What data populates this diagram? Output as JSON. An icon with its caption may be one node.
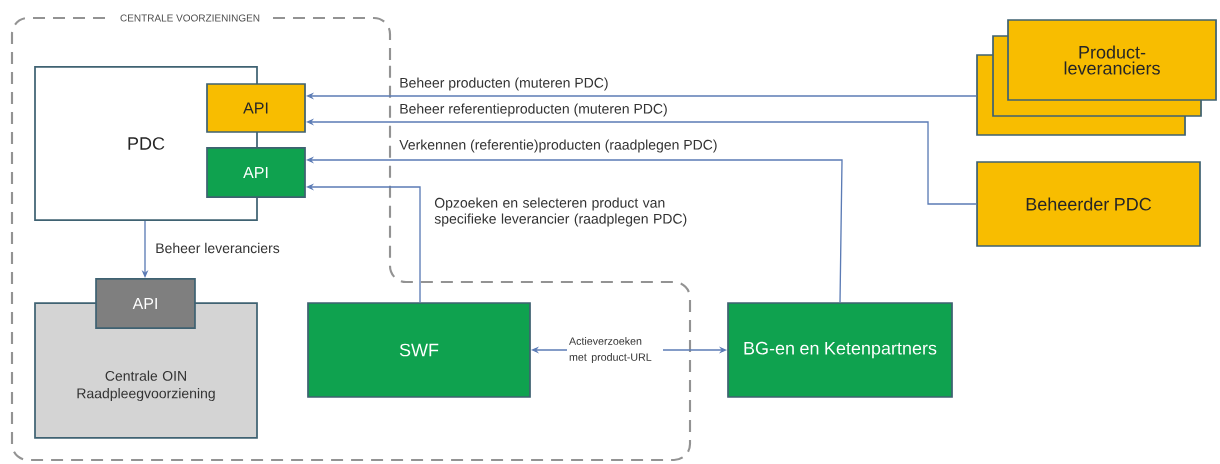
{
  "diagram": {
    "nodes": [
      {
        "text": [
          "CENTRALE VOORZIENINGEN"
        ]
      },
      {
        "text": [
          "PDC"
        ],
        "in": 0
      },
      {
        "text": [
          "API"
        ],
        "in": 0
      },
      {
        "text": [
          "API"
        ],
        "in": 0
      },
      {
        "text": [
          "API"
        ],
        "in": 0
      },
      {
        "text": [
          "Centrale OIN Raadpleegvoorziening"
        ],
        "in": 0
      },
      {
        "text": [
          "SWF"
        ],
        "in": 0
      },
      {
        "text": [
          "BG-en en Ketenpartners"
        ]
      },
      {
        "text": [
          "Product- leveranciers"
        ]
      },
      {
        "text": [
          "Beheerder PDC"
        ]
      }
    ],
    "edges": [
      {
        "from": 8,
        "to": 2,
        "arrow": "to",
        "label": "Beheer producten  (muteren PDC)"
      },
      {
        "from": 9,
        "to": 2,
        "arrow": "to",
        "label": "Beheer referentieproducten  (muteren PDC)"
      },
      {
        "from": 7,
        "to": 3,
        "arrow": "to",
        "label": "Verkennen (referentie)producten (raadplegen PDC)"
      },
      {
        "from": 6,
        "to": 3,
        "arrow": "to",
        "label": "Opzoeken en selecteren product van specifieke leverancier (raadplegen PDC)"
      },
      {
        "from": 1,
        "to": 4,
        "arrow": "to",
        "label": "Beheer leveranciers"
      },
      {
        "from": 6,
        "to": 7,
        "arrow": "both",
        "label": "Actieverzoeken met product-URL"
      }
    ]
  }
}
